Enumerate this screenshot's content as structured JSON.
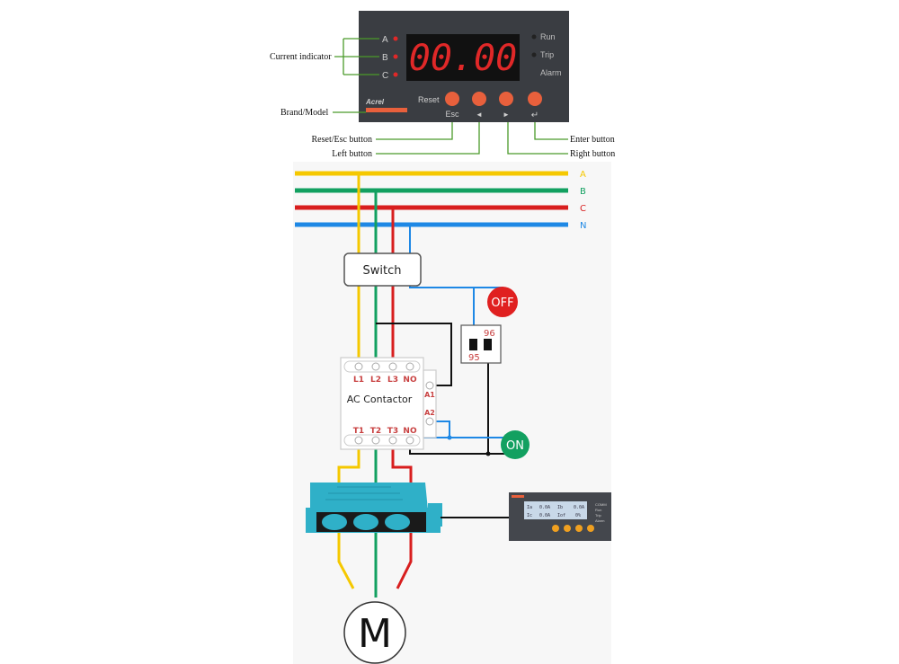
{
  "meter": {
    "display_value": "00.00",
    "phase_labels": [
      "A",
      "B",
      "C"
    ],
    "status_labels": [
      "Run",
      "Trip",
      "Alarm"
    ],
    "button_top_label": "Reset",
    "button_labels": [
      "Esc",
      "◄",
      "►",
      "↵"
    ],
    "brand": "Acrel",
    "colors": {
      "panel": "#3a3d42",
      "led": "#e02828",
      "button": "#e8603c"
    }
  },
  "callouts": {
    "current_indicator": "Current indicator",
    "brand_model": "Brand/Model",
    "reset_esc": "Reset/Esc button",
    "left": "Left button",
    "enter": "Enter button",
    "right": "Right button"
  },
  "bus": {
    "lines": [
      {
        "label": "A",
        "color": "#f5c800"
      },
      {
        "label": "B",
        "color": "#12a060"
      },
      {
        "label": "C",
        "color": "#d81e1e"
      },
      {
        "label": "N",
        "color": "#1e88e5"
      }
    ]
  },
  "switch_label": "Switch",
  "off_label": "OFF",
  "on_label": "ON",
  "relay": {
    "left_terminal": "95",
    "right_terminal": "96"
  },
  "contactor": {
    "title": "AC Contactor",
    "top_terminals": [
      "L1",
      "L2",
      "L3",
      "NO"
    ],
    "bottom_terminals": [
      "T1",
      "T2",
      "T3",
      "NO"
    ],
    "coil_terminals": [
      "A1",
      "A2"
    ]
  },
  "motor_label": "M",
  "lcd": {
    "rows": [
      [
        "Ia",
        "0.0A",
        "Ib",
        "0.0A"
      ],
      [
        "Ic",
        "0.0A",
        "Iof",
        "0%"
      ]
    ],
    "status": [
      "COMM",
      "Run",
      "Trip",
      "Alarm"
    ]
  }
}
